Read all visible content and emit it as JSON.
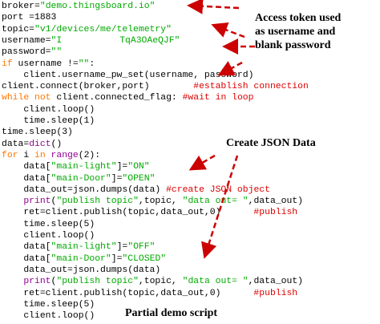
{
  "code": {
    "l1": {
      "a": "broker=",
      "b": "\"demo.thingsboard.io\""
    },
    "l2": {
      "a": "port =1883"
    },
    "l3": {
      "a": "topic=",
      "b": "\"v1/devices/me/telemetry\""
    },
    "l4": {
      "a": "username=",
      "b": "\"I",
      "c": "TqA3OAeQJF\""
    },
    "l5": {
      "a": "password=",
      "b": "\"\""
    },
    "l6": {
      "a": "if",
      "b": " username !=",
      "c": "\"\"",
      "d": ":"
    },
    "l7": {
      "a": "    client.username_pw_set(username, password)"
    },
    "l8": {
      "a": "client.connect(broker,port)",
      "b": "        #establish connection"
    },
    "l9": {
      "a": "while not",
      "b": " client.connected_flag: ",
      "c": "#wait in loop"
    },
    "l10": {
      "a": "    client.loop()"
    },
    "l11": {
      "a": "    time.sleep(1)"
    },
    "l12": {
      "a": "time.sleep(3)"
    },
    "l13": {
      "a": "data=",
      "b": "dict",
      "c": "()"
    },
    "l14": {
      "a": "for",
      "b": " i ",
      "c": "in",
      "d": " ",
      "e": "range",
      "f": "(2):"
    },
    "l15": {
      "a": "    data[",
      "b": "\"main-light\"",
      "c": "]=",
      "d": "\"ON\""
    },
    "l16": {
      "a": "    data[",
      "b": "\"main-Door\"",
      "c": "]=",
      "d": "\"OPEN\""
    },
    "l17": {
      "a": "    data_out=json.dumps(data)",
      "b": " #create JSON object"
    },
    "l18": {
      "a": "    ",
      "b": "print",
      "c": "(",
      "d": "\"publish topic\"",
      "e": ",topic, ",
      "f": "\"data out= \"",
      "g": ",data_out)"
    },
    "l19": {
      "a": "    ret=client.publish(topic,data_out,0)",
      "b": "      #publish"
    },
    "l20": {
      "a": "    time.sleep(5)"
    },
    "l21": {
      "a": "    client.loop()"
    },
    "l22": {
      "a": "    data[",
      "b": "\"main-light\"",
      "c": "]=",
      "d": "\"OFF\""
    },
    "l23": {
      "a": "    data[",
      "b": "\"main-Door\"",
      "c": "]=",
      "d": "\"CLOSED\""
    },
    "l24": {
      "a": "    data_out=json.dumps(data)"
    },
    "l25": {
      "a": "    ",
      "b": "print",
      "c": "(",
      "d": "\"publish topic\"",
      "e": ",topic, ",
      "f": "\"data out= \"",
      "g": ",data_out)"
    },
    "l26": {
      "a": "    ret=client.publish(topic,data_out,0)",
      "b": "      #publish"
    },
    "l27": {
      "a": "    time.sleep(5)"
    },
    "l28": {
      "a": "    client.loop()"
    }
  },
  "annotations": {
    "access_token_1": "Access token used",
    "access_token_2": "as username and",
    "access_token_3": "blank password",
    "create_json": "Create JSON Data",
    "partial_demo": "Partial demo script"
  },
  "colors": {
    "keyword": "#ff7700",
    "builtin": "#900090",
    "string": "#00aa00",
    "comment": "#dd0000",
    "arrow": "#cc0000"
  }
}
